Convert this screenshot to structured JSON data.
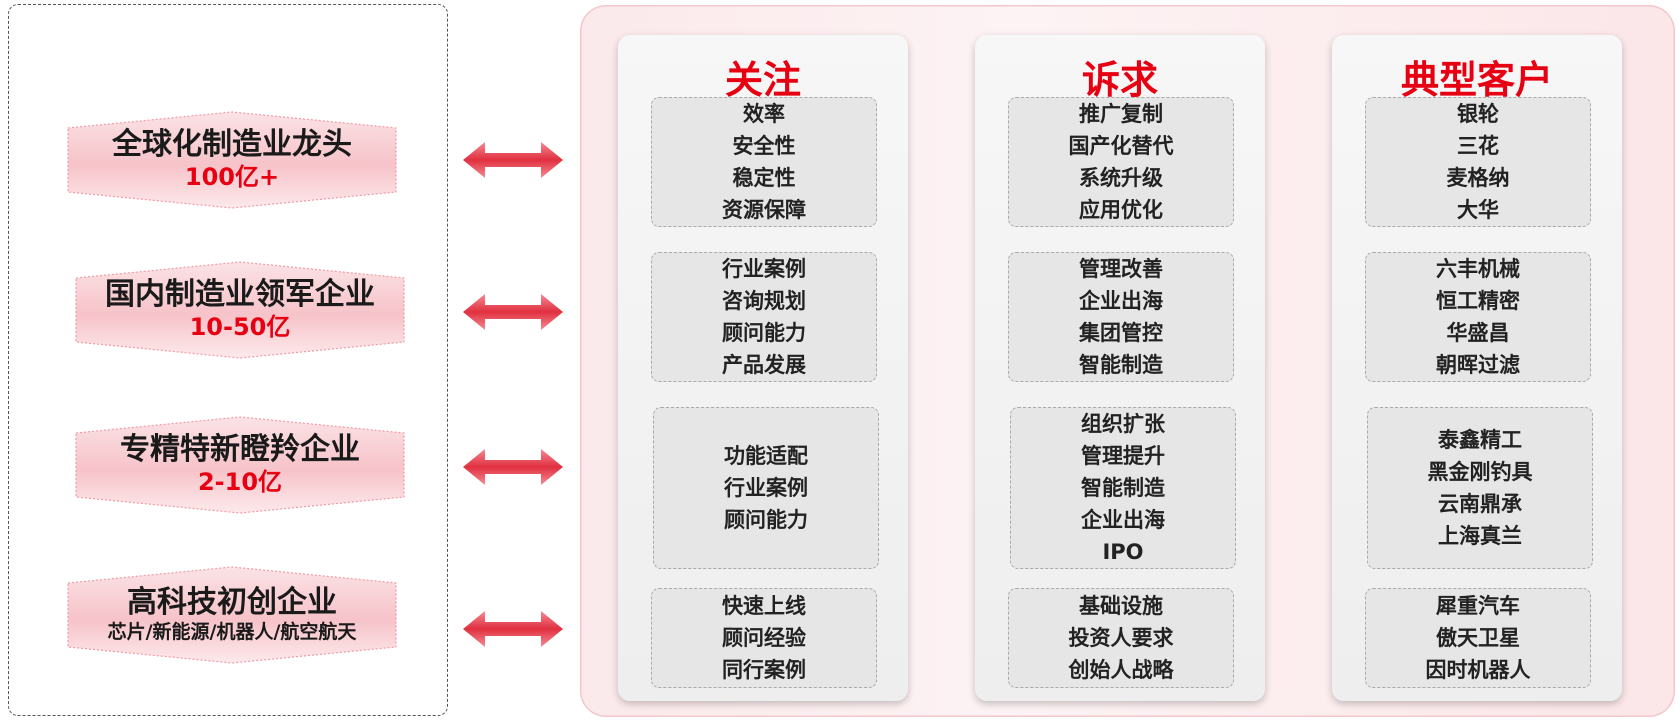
{
  "segments": [
    {
      "title": "全球化制造业龙头",
      "sub": "100亿+"
    },
    {
      "title": "国内制造业领军企业",
      "sub": "10-50亿"
    },
    {
      "title": "专精特新瞪羚企业",
      "sub": "2-10亿"
    },
    {
      "title": "高科技初创企业",
      "sub": "芯片/新能源/机器人/航空航天"
    }
  ],
  "columns": [
    {
      "header": "关注",
      "groups": [
        [
          "效率",
          "安全性",
          "稳定性",
          "资源保障"
        ],
        [
          "行业案例",
          "咨询规划",
          "顾问能力",
          "产品发展"
        ],
        [
          "功能适配",
          "行业案例",
          "顾问能力"
        ],
        [
          "快速上线",
          "顾问经验",
          "同行案例"
        ]
      ]
    },
    {
      "header": "诉求",
      "groups": [
        [
          "推广复制",
          "国产化替代",
          "系统升级",
          "应用优化"
        ],
        [
          "管理改善",
          "企业出海",
          "集团管控",
          "智能制造"
        ],
        [
          "组织扩张",
          "管理提升",
          "智能制造",
          "企业出海",
          "IPO"
        ],
        [
          "基础设施",
          "投资人要求",
          "创始人战略"
        ]
      ]
    },
    {
      "header": "典型客户",
      "groups": [
        [
          "银轮",
          "三花",
          "麦格纳",
          "大华"
        ],
        [
          "六丰机械",
          "恒工精密",
          "华盛昌",
          "朝晖过滤"
        ],
        [
          "泰鑫精工",
          "黑金刚钓具",
          "云南鼎承",
          "上海真兰"
        ],
        [
          "犀重汽车",
          "傲天卫星",
          "因时机器人"
        ]
      ]
    }
  ],
  "colors": {
    "accent": "#e60012",
    "segment_fill": "#f7c9ce",
    "arrow": "#e8394a",
    "panel": "#fbe9eb"
  }
}
